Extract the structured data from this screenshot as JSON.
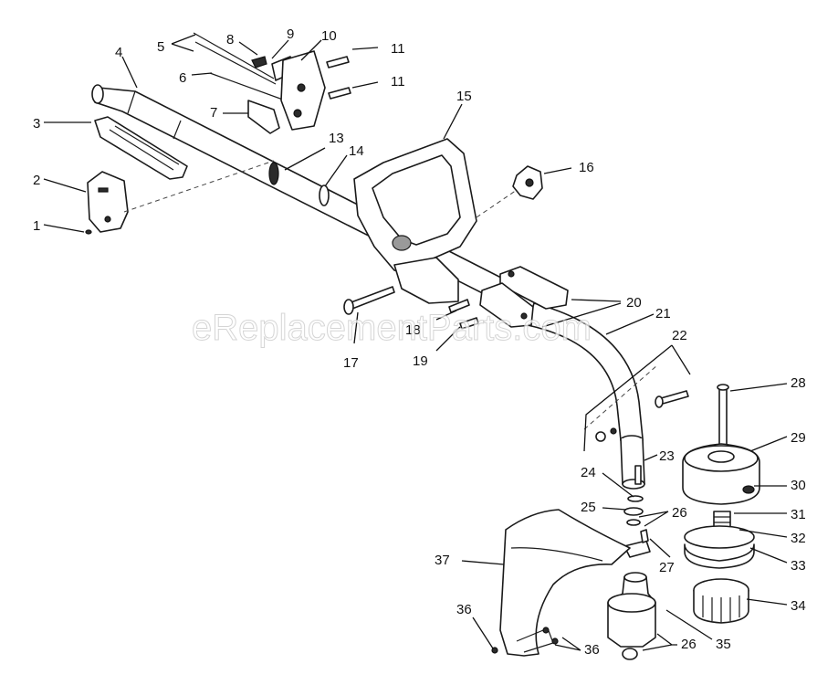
{
  "watermark": "eReplacementParts.com",
  "callouts": {
    "c1": "1",
    "c2": "2",
    "c3": "3",
    "c4": "4",
    "c5": "5",
    "c6": "6",
    "c7": "7",
    "c8": "8",
    "c9": "9",
    "c10": "10",
    "c11a": "11",
    "c11b": "11",
    "c13": "13",
    "c14": "14",
    "c15": "15",
    "c16": "16",
    "c17": "17",
    "c18": "18",
    "c19": "19",
    "c20": "20",
    "c21": "21",
    "c22": "22",
    "c23": "23",
    "c24": "24",
    "c25": "25",
    "c26a": "26",
    "c26b": "26",
    "c27": "27",
    "c28": "28",
    "c29": "29",
    "c30": "30",
    "c31": "31",
    "c32": "32",
    "c33": "33",
    "c34": "34",
    "c35": "35",
    "c36a": "36",
    "c36b": "36",
    "c37": "37"
  }
}
